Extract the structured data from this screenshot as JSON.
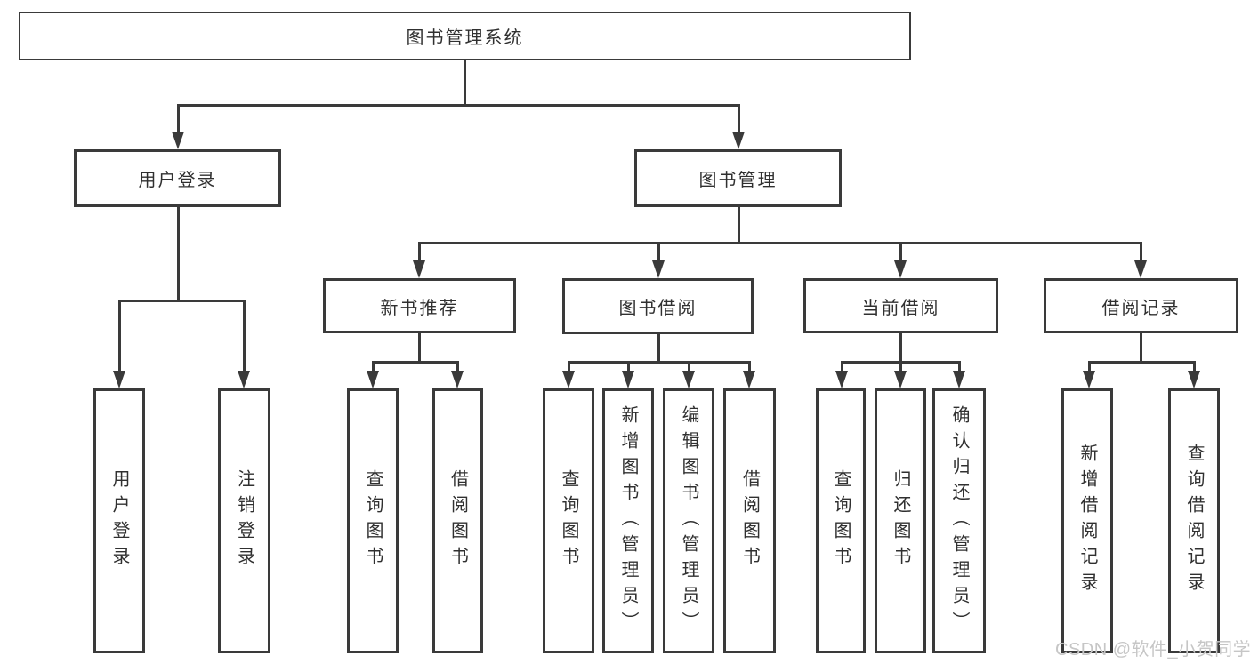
{
  "diagram": {
    "title": "图书管理系统",
    "level1": {
      "user_login": "用户登录",
      "book_mgmt": "图书管理"
    },
    "level2": {
      "new_book": "新书推荐",
      "book_borrow": "图书借阅",
      "current_borrow": "当前借阅",
      "borrow_records": "借阅记录"
    },
    "leaves": {
      "user_login_leaf": "用户登录",
      "logout": "注销登录",
      "nb_query": "查询图书",
      "nb_borrow": "借阅图书",
      "bb_query": "查询图书",
      "bb_add": "新增图书（管理员）",
      "bb_edit": "编辑图书（管理员）",
      "bb_borrow": "借阅图书",
      "cb_query": "查询图书",
      "cb_return": "归还图书",
      "cb_confirm": "确认归还（管理员）",
      "br_add": "新增借阅记录",
      "br_query": "查询借阅记录"
    }
  },
  "watermark": "CSDN @软件_小贺同学",
  "colors": {
    "line": "#3a3a3a",
    "text": "#303030",
    "watermark": "#c6c6c6",
    "background": "#ffffff"
  }
}
